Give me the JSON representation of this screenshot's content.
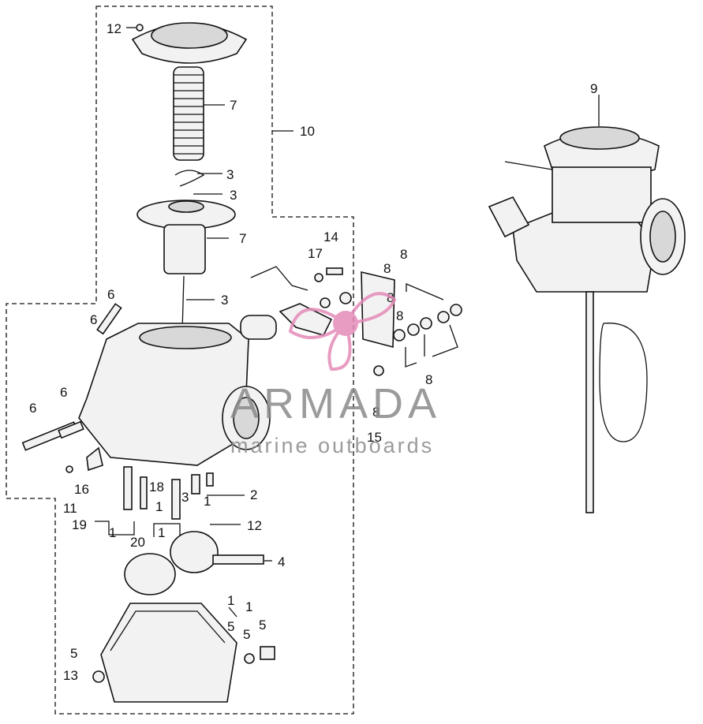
{
  "callouts": {
    "c12a": "12",
    "c7a": "7",
    "c10": "10",
    "c3a": "3",
    "c3b": "3",
    "c7b": "7",
    "c3c": "3",
    "c14": "14",
    "c17": "17",
    "c8a": "8",
    "c8b": "8",
    "c8c": "8",
    "c8d": "8",
    "c8e": "8",
    "c8f": "8",
    "c15": "15",
    "c9": "9",
    "c6a": "6",
    "c6b": "6",
    "c6c": "6",
    "c6d": "6",
    "c16": "16",
    "c11": "11",
    "c18": "18",
    "c1a": "1",
    "c3d": "3",
    "c1b": "1",
    "c2": "2",
    "c19": "19",
    "c1c": "1",
    "c20": "20",
    "c1d": "1",
    "c12b": "12",
    "c4": "4",
    "c1e": "1",
    "c1f": "1",
    "c5a": "5",
    "c5b": "5",
    "c5c": "5",
    "c5d": "5",
    "c13": "13"
  },
  "watermark": {
    "brand": "ARMADA",
    "tagline": "marine outboards",
    "accent_color": "#e58bb8"
  }
}
